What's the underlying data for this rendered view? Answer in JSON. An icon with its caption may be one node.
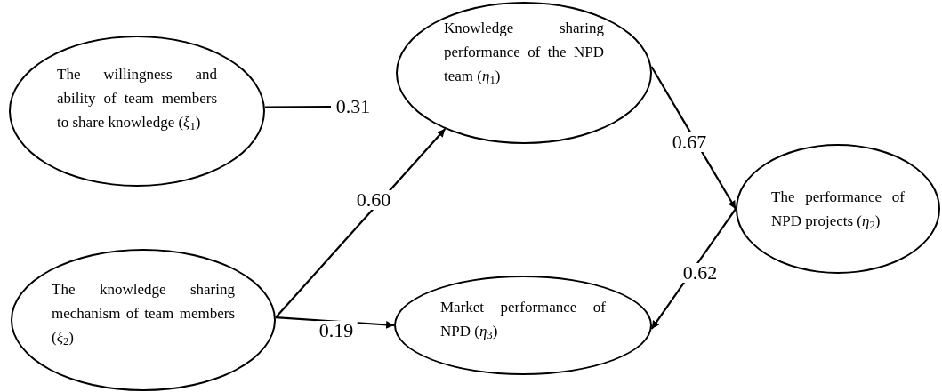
{
  "diagram": {
    "nodes": [
      {
        "text": [
          "The willingness and ability of team members to share knowledge (*ξ*$_{1}$)"
        ]
      },
      {
        "text": [
          "Knowledge sharing performance of the NPD team (*η*$_{1}$)"
        ]
      },
      {
        "text": [
          "The performance of NPD projects (*η*$_{2}$)"
        ]
      },
      {
        "text": [
          "Market performance of NPD (*η*$_{3}$)"
        ]
      },
      {
        "text": [
          "The knowledge sharing mechanism of team members (*ξ*$_{2}$)"
        ]
      }
    ],
    "edges": [
      {
        "from": 0,
        "to": null,
        "arrow": "none",
        "label": "0.31"
      },
      {
        "from": 4,
        "to": 1,
        "arrow": "to",
        "label": "0.60"
      },
      {
        "from": 4,
        "to": 3,
        "arrow": "to",
        "label": "0.19"
      },
      {
        "from": 1,
        "to": 2,
        "arrow": "to",
        "label": "0.67"
      },
      {
        "from": 2,
        "to": 3,
        "arrow": "to",
        "label": "0.62"
      }
    ]
  }
}
